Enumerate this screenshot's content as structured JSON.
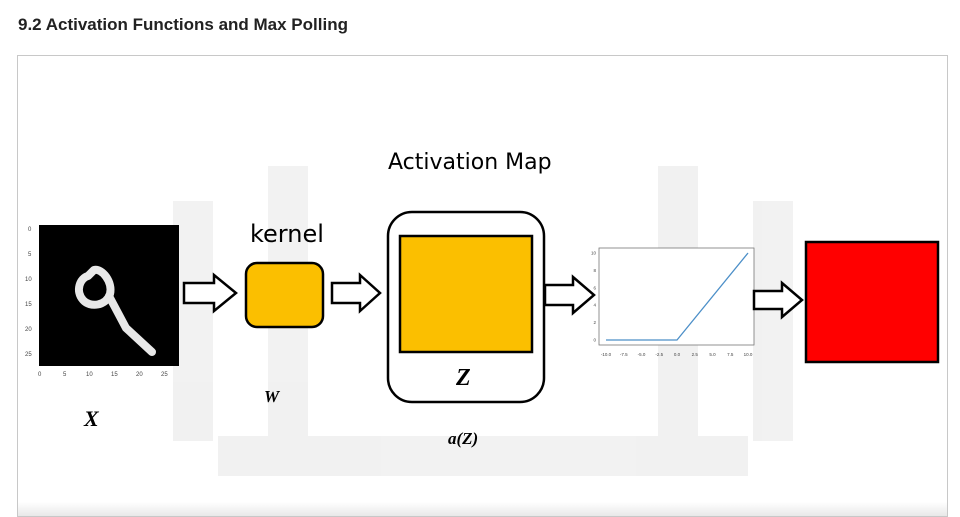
{
  "section": {
    "title": "9.2 Activation Functions and Max Polling"
  },
  "diagram": {
    "activation_map_title": "Activation Map",
    "kernel_label": "kernel",
    "input_symbol": "X",
    "weight_symbol": "W",
    "z_symbol": "Z",
    "activation_label": "a(Z)",
    "colors": {
      "kernel": "#fbbf00",
      "activation": "#fbbf00",
      "output": "#ff0000",
      "relu_line": "#4c8fc8"
    },
    "image_axis": {
      "y_ticks": [
        "0",
        "5",
        "10",
        "15",
        "20",
        "25"
      ],
      "x_ticks": [
        "0",
        "5",
        "10",
        "15",
        "20",
        "25"
      ]
    },
    "relu_plot": {
      "type": "line",
      "x": [
        -10,
        0,
        10
      ],
      "y": [
        0,
        0,
        10
      ],
      "x_ticks": [
        "-10.0",
        "-7.5",
        "-5.0",
        "-2.5",
        "0.0",
        "2.5",
        "5.0",
        "7.5",
        "10.0"
      ],
      "y_ticks": [
        "0",
        "2",
        "4",
        "6",
        "8",
        "10"
      ],
      "xlim": [
        -10,
        10
      ],
      "ylim": [
        0,
        10
      ]
    }
  }
}
